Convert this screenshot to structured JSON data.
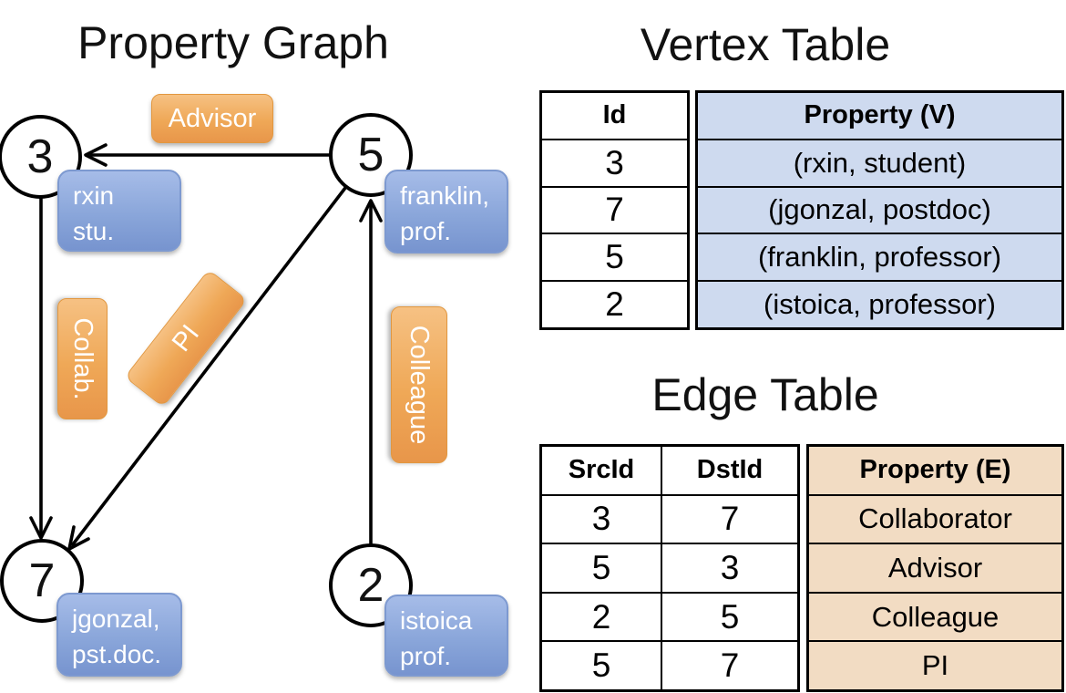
{
  "titles": {
    "graph": "Property Graph",
    "vertex_table": "Vertex Table",
    "edge_table": "Edge Table"
  },
  "graph": {
    "nodes": [
      {
        "id": "3",
        "label_line1": "rxin",
        "label_line2": "stu."
      },
      {
        "id": "5",
        "label_line1": "franklin,",
        "label_line2": "prof."
      },
      {
        "id": "7",
        "label_line1": "jgonzal,",
        "label_line2": "pst.doc."
      },
      {
        "id": "2",
        "label_line1": "istoica",
        "label_line2": "prof."
      }
    ],
    "edge_labels": {
      "advisor": "Advisor",
      "collab": "Collab.",
      "pi": "PI",
      "colleague": "Colleague"
    }
  },
  "vertex_table": {
    "headers": {
      "id": "Id",
      "property": "Property (V)"
    },
    "rows": [
      {
        "id": "3",
        "property": "(rxin, student)"
      },
      {
        "id": "7",
        "property": "(jgonzal, postdoc)"
      },
      {
        "id": "5",
        "property": "(franklin, professor)"
      },
      {
        "id": "2",
        "property": "(istoica, professor)"
      }
    ]
  },
  "edge_table": {
    "headers": {
      "src": "SrcId",
      "dst": "DstId",
      "property": "Property (E)"
    },
    "rows": [
      {
        "src": "3",
        "dst": "7",
        "property": "Collaborator"
      },
      {
        "src": "5",
        "dst": "3",
        "property": "Advisor"
      },
      {
        "src": "2",
        "dst": "5",
        "property": "Colleague"
      },
      {
        "src": "5",
        "dst": "7",
        "property": "PI"
      }
    ]
  },
  "colors": {
    "vertex_property_fill": "#cedaef",
    "edge_property_fill": "#f2dcc3",
    "orange_label_top": "#f6c183",
    "orange_label_bottom": "#e8964a",
    "blue_box_top": "#a6bce8",
    "blue_box_bottom": "#7794cf",
    "line_color": "#000000"
  }
}
